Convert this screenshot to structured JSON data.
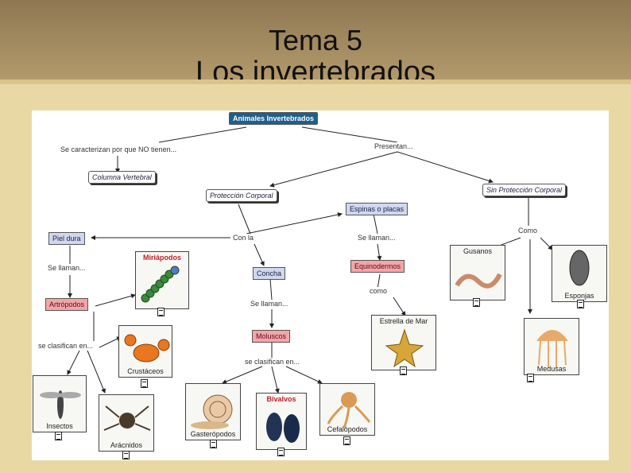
{
  "slide": {
    "title_line1": "Tema 5",
    "title_line2": "Los invertebrados"
  },
  "map": {
    "root": "Animales Invertebrados",
    "links": {
      "caracterizan": "Se caracterizan por que NO tienen...",
      "presentan": "Presentan...",
      "con_la": "Con la",
      "se_llaman_a": "Se llaman...",
      "se_llaman_b": "Se llaman...",
      "se_llaman_c": "Se llaman...",
      "como_a": "Como",
      "como_b": "como",
      "se_clasifican_a": "se clasifican en...",
      "se_clasifican_b": "se clasifican en..."
    },
    "nodes": {
      "columna": "Columna Vertebral",
      "proteccion": "Protección Corporal",
      "sin_proteccion": "Sin Protección Corporal",
      "espinas": "Espinas o placas",
      "piel_dura": "Piel dura",
      "concha": "Concha",
      "equinodermos": "Equinodermos",
      "artropodos": "Artrópodos",
      "moluscos": "Moluscos"
    },
    "images": {
      "miriapodos": "Miriápodos",
      "crustaceos": "Crustáceos",
      "insectos": "Insectos",
      "aracnidos": "Arácnidos",
      "gasteropodos": "Gasterópodos",
      "bivalvos": "Bivalvos",
      "cefalopodos": "Cefalópodos",
      "estrella": "Estrella de Mar",
      "gusanos": "Gusanos",
      "esponjas": "Esponjas",
      "medusas": "Medusas"
    }
  },
  "colors": {
    "header": "#8e7752",
    "background": "#e8d9a4",
    "node_blue": "#1f5f8b",
    "node_pink": "#f2a7a7",
    "node_light_blue": "#cfd8ee"
  }
}
